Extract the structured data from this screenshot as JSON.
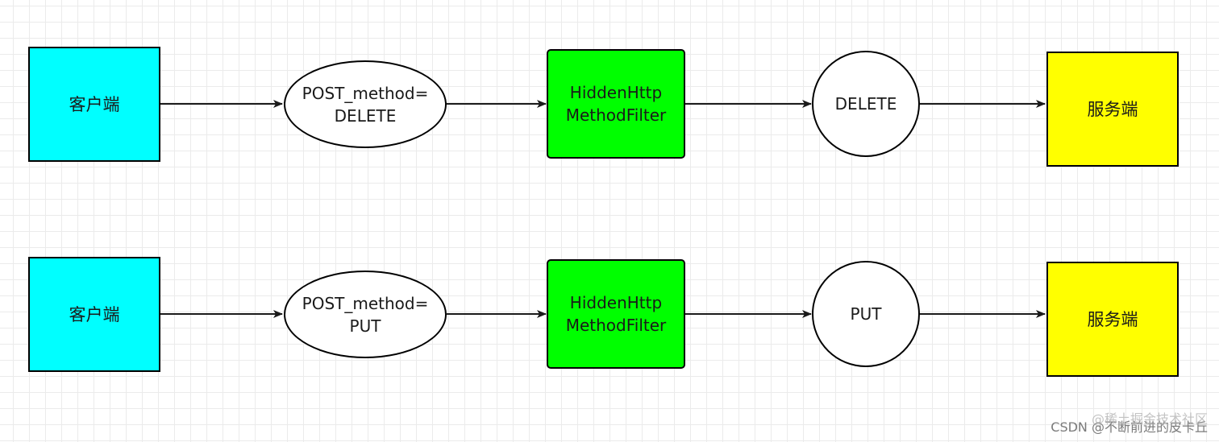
{
  "diagram": {
    "rows": [
      {
        "client": "客户端",
        "request_line1": "POST_method=",
        "request_line2": "DELETE",
        "filter_line1": "HiddenHttp",
        "filter_line2": "MethodFilter",
        "converted": "DELETE",
        "server": "服务端"
      },
      {
        "client": "客户端",
        "request_line1": "POST_method=",
        "request_line2": "PUT",
        "filter_line1": "HiddenHttp",
        "filter_line2": "MethodFilter",
        "converted": "PUT",
        "server": "服务端"
      }
    ]
  },
  "watermark": {
    "text": "CSDN @不断前进的皮卡丘",
    "overlay": "@稀土掘金技术社区"
  },
  "colors": {
    "client": "#00ffff",
    "filter": "#00ff00",
    "server": "#ffff00",
    "grid": "#ebebeb",
    "stroke": "#000000"
  }
}
